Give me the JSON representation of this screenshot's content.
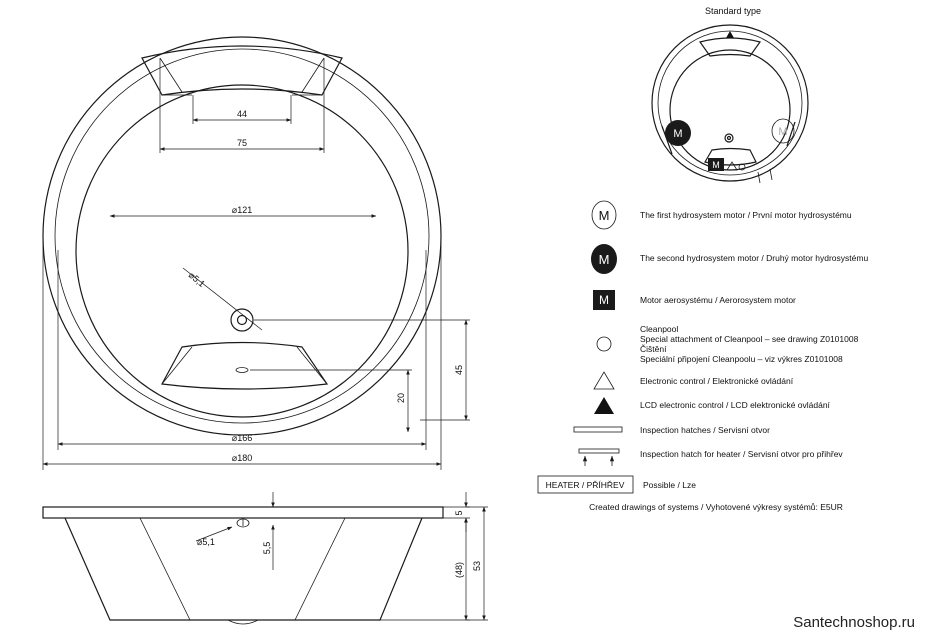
{
  "plan": {
    "d44": "44",
    "d75": "75",
    "d121": "⌀121",
    "d51": "⌀5,1",
    "d45": "45",
    "d20": "20",
    "d166": "⌀166",
    "d180": "⌀180"
  },
  "side": {
    "d51": "⌀5,1",
    "d55": "5,5",
    "d5": "5",
    "d48": "(48)",
    "d53": "53"
  },
  "standard": {
    "title": "Standard type",
    "motor_glyph": "M"
  },
  "legend": [
    {
      "icon": "motor-outline-icon",
      "text": "The first hydrosystem motor / První motor hydrosystému"
    },
    {
      "icon": "motor-filled-icon",
      "text": "The second hydrosystem motor / Druhý motor hydrosystému"
    },
    {
      "icon": "motor-square-icon",
      "text": "Motor aerosystému / Aerorosystem motor"
    },
    {
      "icon": "circle-icon",
      "lines": [
        "Cleanpool",
        "Special attachment of Cleanpool – see drawing Z0101008",
        "Čištění",
        "Speciální připojení Cleanpoolu – viz výkres Z0101008"
      ]
    },
    {
      "icon": "triangle-outline-icon",
      "text": "Electronic control / Elektronické ovládání"
    },
    {
      "icon": "triangle-filled-icon",
      "text": "LCD electronic control / LCD elektronické ovládání"
    },
    {
      "icon": "hatch-icon",
      "text": "Inspection hatches / Servisní otvor"
    },
    {
      "icon": "heater-hatch-icon",
      "text": "Inspection hatch for heater / Servisní otvor pro přihřev"
    },
    {
      "icon": "heater-box",
      "box_label": "HEATER / PŘÍHŘEV",
      "text": "Possible / Lze"
    }
  ],
  "footer": {
    "systems_note": "Created drawings of systems / Vyhotovené výkresy systémů: E5UR",
    "watermark": "Santechnoshop.ru"
  }
}
